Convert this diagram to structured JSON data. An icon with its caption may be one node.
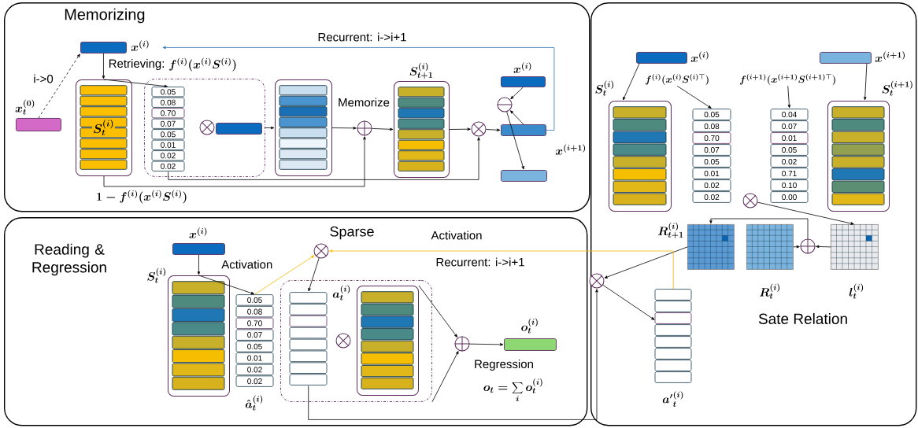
{
  "diagram": {
    "nodes": [
      {
        "text": [
          "Memorizing"
        ]
      },
      {
        "text": [
          "Reading & Regression"
        ]
      },
      {
        "text": [
          "Sate Relation"
        ]
      },
      {
        "text": [],
        "shape": "bar",
        "beside": [
          "x_t^{(0)}"
        ],
        "in": 0
      },
      {
        "text": [],
        "shape": "bar",
        "beside": [
          "x^{(i)}"
        ],
        "in": 0
      },
      {
        "text": [
          "S_t^{(i)}"
        ],
        "in": 0
      },
      {
        "text": [],
        "shape": "box",
        "in": 0
      },
      {
        "text": [
          "0.05",
          "0.08",
          "0.70",
          "0.07",
          "0.05",
          "0.01",
          "0.02",
          "0.02"
        ],
        "in": 6
      },
      {
        "text": [],
        "shape": "circle",
        "in": 6
      },
      {
        "text": [],
        "shape": "bar",
        "in": 6
      },
      {
        "text": [],
        "shape": "box",
        "in": 0
      },
      {
        "text": [],
        "shape": "circle",
        "in": 0
      },
      {
        "text": [],
        "shape": "box",
        "beside": [
          "S_{t+1}^{(i)}"
        ],
        "in": 0
      },
      {
        "text": [],
        "shape": "circle",
        "in": 0
      },
      {
        "text": [],
        "shape": "bar",
        "beside": [
          "x^{(i)}"
        ],
        "in": 0
      },
      {
        "text": [],
        "shape": "circle",
        "in": 0
      },
      {
        "text": [],
        "shape": "bar",
        "beside": [
          "x^{(i+1)}"
        ],
        "in": 0
      },
      {
        "text": [],
        "shape": "bar",
        "in": 0
      },
      {
        "text": [],
        "shape": "bar",
        "beside": [
          "x^{(i)}"
        ],
        "in": 1
      },
      {
        "text": [],
        "shape": "box",
        "beside": [
          "S_t^{(i)}"
        ],
        "in": 1
      },
      {
        "text": [
          "0.05",
          "0.08",
          "0.70",
          "0.07",
          "0.05",
          "0.01",
          "0.02",
          "0.02"
        ],
        "beside": [
          "\\hat{a}_t^{(i)}"
        ],
        "in": 1
      },
      {
        "text": [],
        "shape": "circle",
        "beside": [
          "Sparse"
        ],
        "in": 1
      },
      {
        "text": [],
        "shape": "box",
        "in": 1
      },
      {
        "text": [],
        "shape": "box",
        "beside": [
          "a_t^{(i)}"
        ],
        "in": 22
      },
      {
        "text": [],
        "shape": "circle",
        "in": 22
      },
      {
        "text": [],
        "shape": "box",
        "in": 22
      },
      {
        "text": [],
        "shape": "circle",
        "in": 1
      },
      {
        "text": [],
        "shape": "bar",
        "beside": [
          "o_t^{(i)}"
        ],
        "in": 1
      },
      {
        "text": [],
        "shape": "bar",
        "beside": [
          "x^{(i)}"
        ],
        "in": 2
      },
      {
        "text": [],
        "shape": "bar",
        "beside": [
          "x^{(i+1)}"
        ],
        "in": 2
      },
      {
        "text": [
          "f^{(i)}(x^{(i)}S^{(i)\\top})"
        ],
        "in": 2
      },
      {
        "text": [
          "f^{(i+1)}(x^{(i+1)}S^{(i+1)\\top})"
        ],
        "in": 2
      },
      {
        "text": [],
        "shape": "box",
        "beside": [
          "S_t^{(i)}"
        ],
        "in": 2
      },
      {
        "text": [
          "0.05",
          "0.08",
          "0.70",
          "0.07",
          "0.05",
          "0.01",
          "0.02",
          "0.02"
        ],
        "in": 2
      },
      {
        "text": [
          "0.04",
          "0.07",
          "0.01",
          "0.05",
          "0.02",
          "0.71",
          "0.10",
          "0.00"
        ],
        "in": 2
      },
      {
        "text": [],
        "shape": "box",
        "beside": [
          "S_t^{(i+1)}"
        ],
        "in": 2
      },
      {
        "text": [],
        "shape": "circle",
        "in": 2
      },
      {
        "text": [],
        "shape": "box",
        "beside": [
          "R_{t+1}^{(i)}"
        ],
        "in": 2
      },
      {
        "text": [],
        "shape": "box",
        "beside": [
          "R_t^{(i)}"
        ],
        "in": 2
      },
      {
        "text": [],
        "shape": "circle",
        "in": 2
      },
      {
        "text": [],
        "shape": "box",
        "beside": [
          "l_t^{(i)}"
        ],
        "in": 2
      },
      {
        "text": [],
        "shape": "circle",
        "in": 2
      },
      {
        "text": [],
        "shape": "box",
        "beside": [
          "{a'}_t^{(i)}"
        ],
        "in": 2
      }
    ],
    "edges": [
      {
        "from": 3,
        "to": 4,
        "arrow": "to",
        "label": "i->0",
        "style": "dashed"
      },
      {
        "from": 4,
        "to": 5,
        "arrow": "to",
        "label": "Retrieving:"
      },
      {
        "from": 5,
        "to": 7,
        "arrow": "to"
      },
      {
        "from": 6,
        "to": 10,
        "arrow": "to"
      },
      {
        "from": 10,
        "to": 11,
        "arrow": "to",
        "label": "Memorize"
      },
      {
        "from": 11,
        "to": 12,
        "arrow": "to"
      },
      {
        "from": 12,
        "to": 13,
        "arrow": "to"
      },
      {
        "from": 13,
        "to": 16,
        "arrow": "to"
      },
      {
        "from": 14,
        "to": 15,
        "arrow": "to"
      },
      {
        "from": 16,
        "to": 15,
        "arrow": "to"
      },
      {
        "from": 15,
        "to": 17,
        "arrow": "to"
      },
      {
        "from": 5,
        "to": 11,
        "arrow": "to",
        "label": "1-f^{(i)}(x^{(i)}S^{(i)})"
      },
      {
        "from": 7,
        "to": 13,
        "arrow": "to"
      },
      {
        "from": 16,
        "to": 4,
        "arrow": "to",
        "label": "Recurrent: i->i+1",
        "color": "#2e75b6"
      },
      {
        "from": 18,
        "to": 19,
        "arrow": "to"
      },
      {
        "from": 19,
        "to": 20,
        "arrow": "to"
      },
      {
        "from": 20,
        "to": 21,
        "arrow": "to",
        "label": "Activation",
        "color": "#f5b800"
      },
      {
        "from": 21,
        "to": 23,
        "arrow": "to"
      },
      {
        "from": 25,
        "to": 26,
        "arrow": "to"
      },
      {
        "from": 22,
        "to": 26,
        "arrow": "to"
      },
      {
        "from": 26,
        "to": 27,
        "arrow": "to"
      },
      {
        "from": 23,
        "to": 41,
        "arrow": "to"
      },
      {
        "from": 28,
        "to": 32,
        "arrow": "to"
      },
      {
        "from": 30,
        "to": 33,
        "arrow": "to"
      },
      {
        "from": 29,
        "to": 35,
        "arrow": "to"
      },
      {
        "from": 31,
        "to": 34,
        "arrow": "to"
      },
      {
        "from": 36,
        "to": 40,
        "arrow": "to"
      },
      {
        "from": 38,
        "to": 39,
        "arrow": "to"
      },
      {
        "from": 40,
        "to": 39,
        "arrow": "to"
      },
      {
        "from": 39,
        "to": 37,
        "arrow": "to"
      },
      {
        "from": 37,
        "to": 41,
        "arrow": "to"
      },
      {
        "from": 41,
        "to": 42,
        "arrow": "to"
      },
      {
        "from": 42,
        "to": 21,
        "arrow": "to",
        "label": "Recurrent: i->i+1",
        "color": "#f5b800"
      }
    ],
    "labels": [
      "f^{(i)}(x^{(i)}S^{(i)})",
      "Activation",
      "Regression",
      "o_t=\\sum_i o_t^{(i)}"
    ]
  }
}
